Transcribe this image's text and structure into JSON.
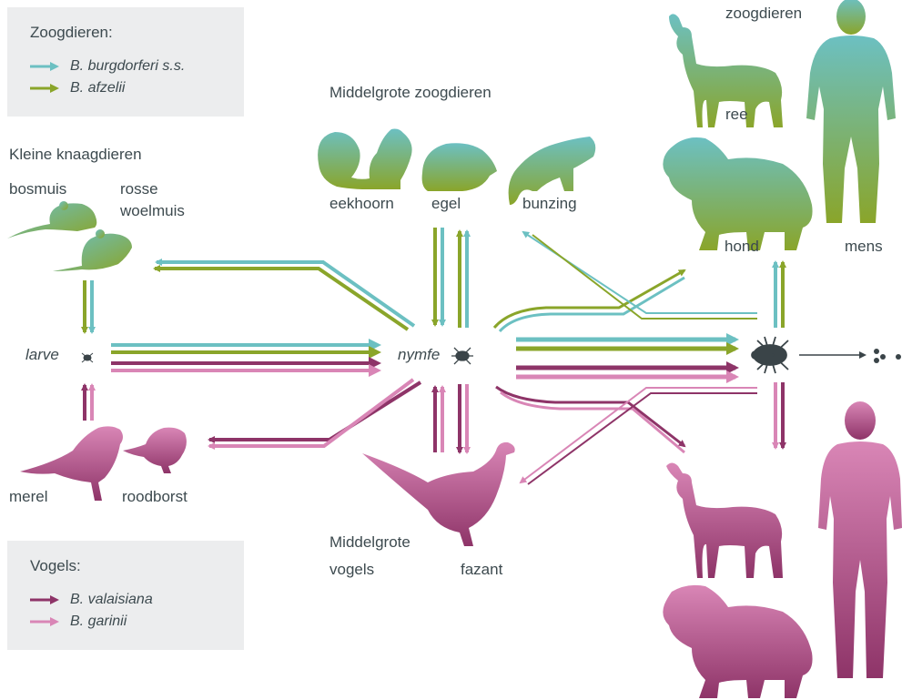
{
  "colors": {
    "burgdorferi": "#6cc0c2",
    "afzelii": "#8aa52a",
    "valaisiana": "#8e3468",
    "garinii": "#d986b6",
    "tick": "#3a4448",
    "text": "#3d4a4f"
  },
  "legend_mammals": {
    "title": "Zoogdieren:",
    "items": [
      "B. burgdorferi s.s.",
      "B. afzelii"
    ]
  },
  "legend_birds": {
    "title": "Vogels:",
    "items": [
      "B. valaisiana",
      "B. garinii"
    ]
  },
  "groups": {
    "small_rodents": "Kleine knaagdieren",
    "medium_mammals": "Middelgrote zoogdieren",
    "large_mammals": "zoogdieren",
    "medium_birds_1": "Middelgrote",
    "medium_birds_2": "vogels"
  },
  "animals": {
    "bosmuis": "bosmuis",
    "rosse_1": "rosse",
    "rosse_2": "woelmuis",
    "eekhoorn": "eekhoorn",
    "egel": "egel",
    "bunzing": "bunzing",
    "ree": "ree",
    "hond": "hond",
    "mens": "mens",
    "merel": "merel",
    "roodborst": "roodborst",
    "fazant": "fazant"
  },
  "stages": {
    "larve": "larve",
    "nymfe": "nymfe"
  }
}
